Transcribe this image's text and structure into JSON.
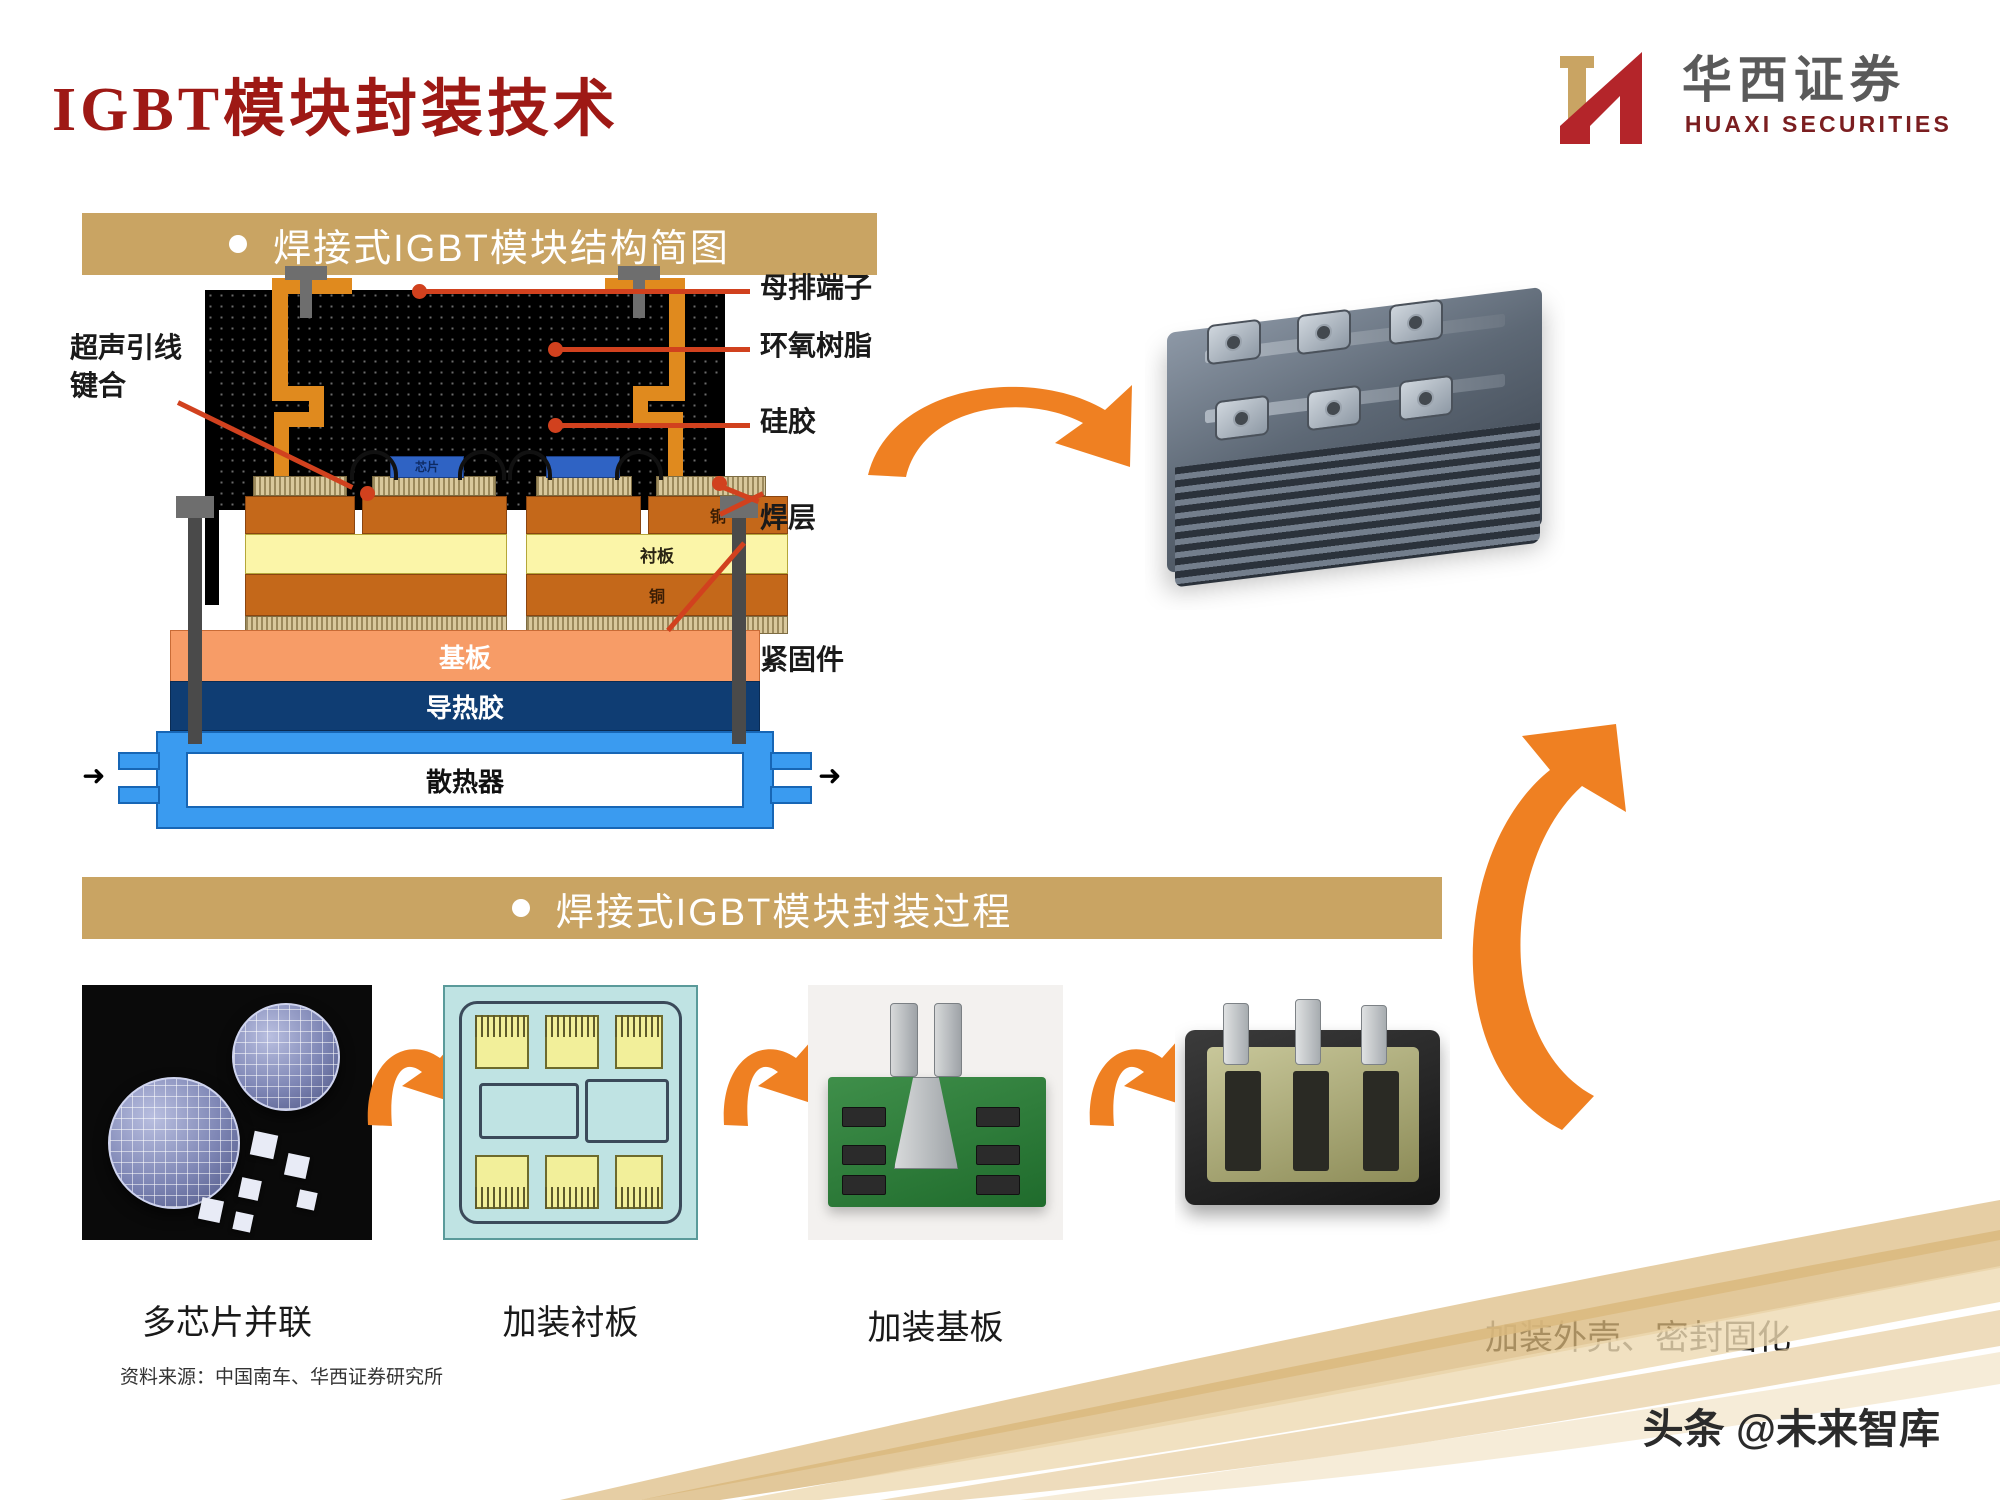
{
  "slide": {
    "title": "IGBT模块封装技术"
  },
  "logo": {
    "cn": "华西证券",
    "en": "HUAXI SECURITIES",
    "mark_gold": "#c9a463",
    "mark_red": "#b4252a"
  },
  "banners": {
    "structure": "焊接式IGBT模块结构简图",
    "process": "焊接式IGBT模块封装过程",
    "bullet": "bullet-dot",
    "color": "#c9a463"
  },
  "structure_diagram": {
    "callouts_right": [
      "母排端子",
      "环氧树脂",
      "硅胶",
      "焊层",
      "紧固件"
    ],
    "callout_left": "超声引线\n键合",
    "callout_left_line1": "超声引线",
    "callout_left_line2": "键合",
    "inner_labels": {
      "chip": "芯片",
      "copper_top": "铜",
      "substrate": "衬板",
      "copper_bottom": "铜",
      "baseplate": "基板",
      "thermal_glue": "导热胶",
      "heatsink": "散热器"
    },
    "colors": {
      "epoxy": "#000000",
      "busbar": "#e08a1e",
      "copper": "#c4681a",
      "substrate": "#fbf5a8",
      "chip": "#2f63c4",
      "solder": "#cdb98a",
      "baseplate": "#f79c67",
      "thermal_glue": "#0f3d73",
      "heatsink": "#3a9bf0",
      "callout_line": "#d1411e"
    }
  },
  "process": {
    "steps": [
      {
        "caption": "多芯片并联",
        "image": "wafer-and-dies-photo"
      },
      {
        "caption": "加装衬板",
        "image": "dbc-substrate-layout-photo"
      },
      {
        "caption": "加装基板",
        "image": "baseplate-pcb-photo"
      },
      {
        "caption": "加装外壳、密封固化",
        "image": "housing-module-photo"
      }
    ],
    "arrow_color": "#ef8022"
  },
  "module_photo": {
    "name": "igbt-module-product-photo"
  },
  "footer": {
    "source": "资料来源：中国南车、华西证券研究所",
    "watermark": "头条 @未来智库"
  }
}
